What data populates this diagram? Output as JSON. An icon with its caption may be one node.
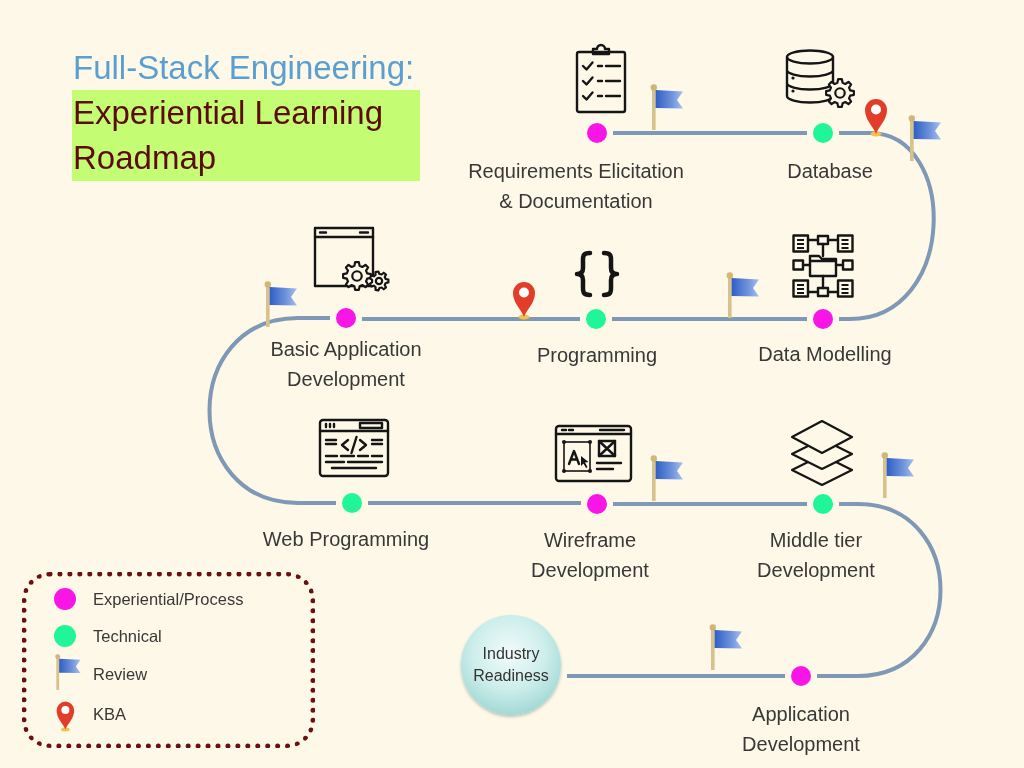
{
  "diagram": {
    "title": "Full-Stack Engineering:",
    "nodes": [
      {
        "text": [
          "Requirements Elicitation & Documentation"
        ]
      },
      {
        "text": [
          "Database"
        ]
      },
      {
        "text": [
          "Data Modelling"
        ]
      },
      {
        "text": [
          "Programming"
        ]
      },
      {
        "text": [
          "Basic Application Development"
        ]
      },
      {
        "text": [
          "Web Programming"
        ]
      },
      {
        "text": [
          "Wireframe Development"
        ]
      },
      {
        "text": [
          "Middle tier Development"
        ]
      },
      {
        "text": [
          "Application Development"
        ]
      },
      {
        "text": [
          "Industry Readiness"
        ]
      }
    ],
    "edges": [
      {
        "from": 0,
        "to": 1,
        "arrow": "none"
      },
      {
        "from": 1,
        "to": 2,
        "arrow": "none"
      },
      {
        "from": 2,
        "to": 3,
        "arrow": "none"
      },
      {
        "from": 3,
        "to": 4,
        "arrow": "none"
      },
      {
        "from": 4,
        "to": 5,
        "arrow": "none"
      },
      {
        "from": 5,
        "to": 6,
        "arrow": "none"
      },
      {
        "from": 6,
        "to": 7,
        "arrow": "none"
      },
      {
        "from": 7,
        "to": 8,
        "arrow": "none"
      },
      {
        "from": 8,
        "to": 9,
        "arrow": "none"
      }
    ],
    "labels": [
      "Experiential Learning Roadmap"
    ],
    "legend": [
      {
        "text": "Experiential/Process",
        "color": "#f716e6"
      },
      {
        "text": "Technical",
        "color": "#21f59a"
      },
      {
        "text": "Review"
      },
      {
        "text": "KBA"
      }
    ]
  }
}
